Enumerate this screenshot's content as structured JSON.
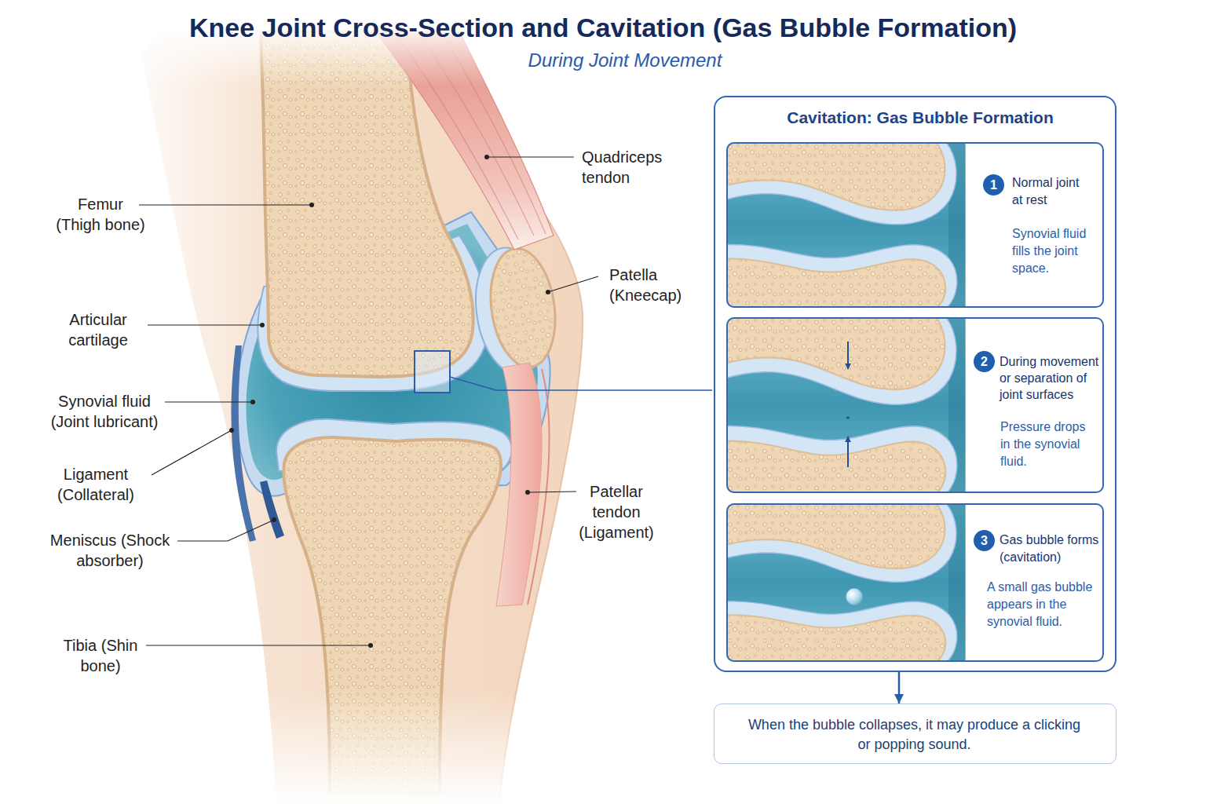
{
  "diagram": {
    "title": "Knee Joint Cross-Section and Cavitation (Gas Bubble Formation)",
    "nodes": [
      {
        "text": [
          "Cavitation: Gas Bubble Formation"
        ]
      },
      {
        "text": [
          "Normal joint at rest",
          "Synovial fluid fills the joint space."
        ],
        "in": 0
      },
      {
        "text": [
          "1"
        ],
        "in": 1
      },
      {
        "text": [
          "During movement or separation of joint surfaces",
          "Pressure drops in the synovial fluid."
        ],
        "in": 0
      },
      {
        "text": [
          "2"
        ],
        "in": 3
      },
      {
        "text": [
          "Gas bubble forms (cavitation)",
          "A small gas bubble appears in the synovial fluid."
        ],
        "in": 0
      },
      {
        "text": [
          "3"
        ],
        "in": 5
      },
      {
        "text": [
          "When the bubble collapses, it may produce a clicking or popping sound."
        ]
      }
    ],
    "edges": [
      {
        "from": 0,
        "to": 7,
        "arrow": "to"
      }
    ],
    "labels": [
      "During Joint Movement",
      "Quadriceps tendon",
      "Femur (Thigh bone)",
      "Patella (Kneecap)",
      "Articular cartilage",
      "Synovial fluid (Joint lubricant)",
      "Ligament (Collateral)",
      "Patellar tendon (Ligament)",
      "Meniscus (Shock absorber)",
      "Tibia (Shin bone)"
    ]
  }
}
